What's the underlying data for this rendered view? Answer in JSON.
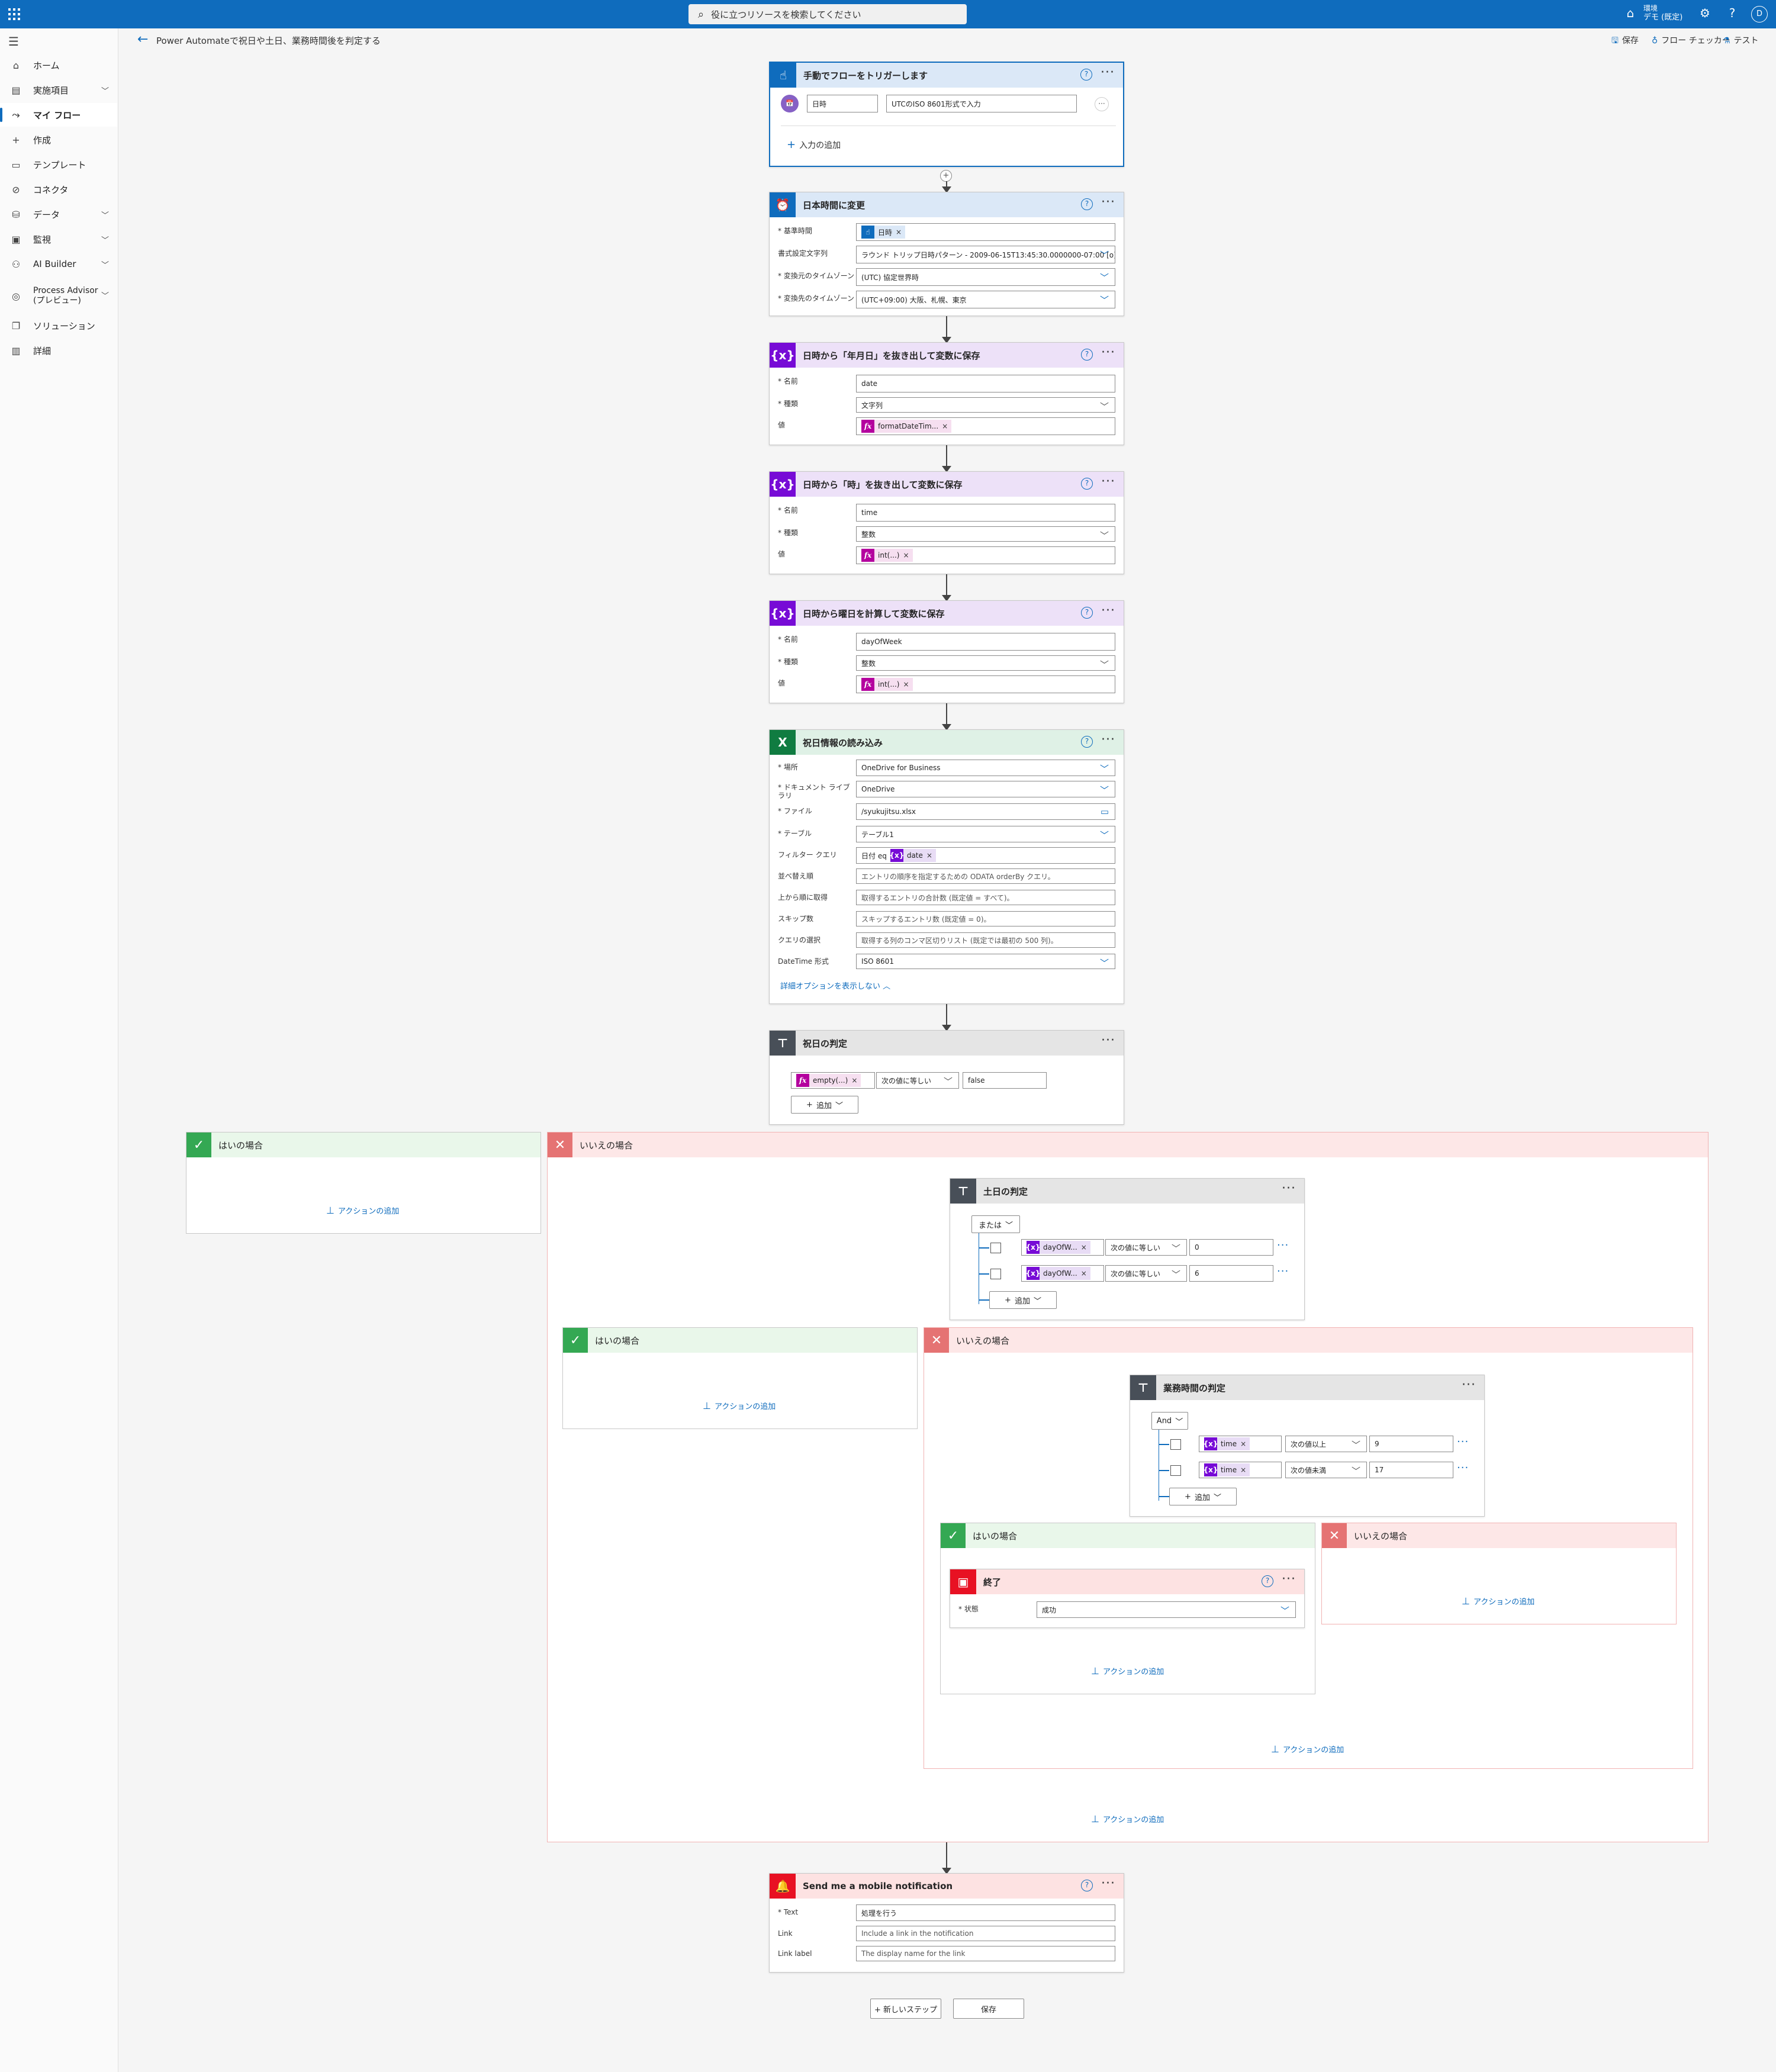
{
  "search": {
    "placeholder": "役に立つリソースを検索してください"
  },
  "env": {
    "label": "環境",
    "name": "デモ (既定)"
  },
  "user": {
    "initial": "D"
  },
  "sidebar": {
    "items": [
      {
        "label": "ホーム"
      },
      {
        "label": "実施項目"
      },
      {
        "label": "マイ フロー"
      },
      {
        "label": "作成"
      },
      {
        "label": "テンプレート"
      },
      {
        "label": "コネクタ"
      },
      {
        "label": "データ"
      },
      {
        "label": "監視"
      },
      {
        "label": "AI Builder"
      },
      {
        "label": "Process Advisor (プレビュー)"
      },
      {
        "label": "ソリューション"
      },
      {
        "label": "詳細"
      }
    ]
  },
  "header": {
    "title": "Power Automateで祝日や土日、業務時間後を判定する"
  },
  "commands": {
    "save": "保存",
    "checker": "フロー チェッカー",
    "test": "テスト"
  },
  "trigger": {
    "title": "手動でフローをトリガーします",
    "input_name": "日時",
    "input_desc": "UTCのISO 8601形式で入力",
    "add_input": "入力の追加"
  },
  "convert": {
    "title": "日本時間に変更",
    "labels": [
      "* 基準時間",
      "書式設定文字列",
      "* 変換元のタイムゾーン",
      "* 変換先のタイムゾーン"
    ],
    "token": "日時",
    "format": "ラウンド トリップ日時パターン - 2009-06-15T13:45:30.0000000-07:00 [o]",
    "from_tz": "(UTC) 協定世界時",
    "to_tz": "(UTC+09:00) 大阪、札幌、東京"
  },
  "var1": {
    "title": "日時から「年月日」を抜き出して変数に保存",
    "labels": [
      "* 名前",
      "* 種類",
      "値"
    ],
    "name": "date",
    "type": "文字列",
    "value": "formatDateTim..."
  },
  "var2": {
    "title": "日時から「時」を抜き出して変数に保存",
    "labels": [
      "* 名前",
      "* 種類",
      "値"
    ],
    "name": "time",
    "type": "整数",
    "value": "int(...)"
  },
  "var3": {
    "title": "日時から曜日を計算して変数に保存",
    "labels": [
      "* 名前",
      "* 種類",
      "値"
    ],
    "name": "dayOfWeek",
    "type": "整数",
    "value": "int(...)"
  },
  "excel": {
    "title": "祝日情報の読み込み",
    "labels": [
      "* 場所",
      "* ドキュメント ライブラリ",
      "* ファイル",
      "* テーブル",
      "フィルター クエリ",
      "並べ替え順",
      "上から順に取得",
      "スキップ数",
      "クエリの選択",
      "DateTime 形式"
    ],
    "location": "OneDrive for Business",
    "library": "OneDrive",
    "file": "/syukujitsu.xlsx",
    "table": "テーブル1",
    "filter_prefix": "日付 eq",
    "filter_token": "date",
    "orderby_ph": "エントリの順序を指定するための ODATA orderBy クエリ。",
    "top_ph": "取得するエントリの合計数 (既定値 = すべて)。",
    "skip_ph": "スキップするエントリ数 (既定値 = 0)。",
    "select_ph": "取得する列のコンマ区切りリスト (既定では最初の 500 列)。",
    "datetime": "ISO 8601",
    "advanced": "詳細オプションを表示しない"
  },
  "cond1": {
    "title": "祝日の判定",
    "left": "empty(...)",
    "op": "次の値に等しい",
    "right": "false",
    "add": "追加"
  },
  "yes1": {
    "title": "はいの場合",
    "add_action": "アクションの追加"
  },
  "no1": {
    "title": "いいえの場合",
    "add_action": "アクションの追加"
  },
  "cond2": {
    "title": "土日の判定",
    "logic": "または",
    "rows": [
      {
        "left": "dayOfW...",
        "op": "次の値に等しい",
        "right": "0"
      },
      {
        "left": "dayOfW...",
        "op": "次の値に等しい",
        "right": "6"
      }
    ],
    "add": "追加"
  },
  "yes2": {
    "title": "はいの場合",
    "add_action": "アクションの追加"
  },
  "no2": {
    "title": "いいえの場合",
    "add_action": "アクションの追加"
  },
  "cond3": {
    "title": "業務時間の判定",
    "logic": "And",
    "rows": [
      {
        "left": "time",
        "op": "次の値以上",
        "right": "9"
      },
      {
        "left": "time",
        "op": "次の値未満",
        "right": "17"
      }
    ],
    "add": "追加"
  },
  "yes3": {
    "title": "はいの場合",
    "add_action": "アクションの追加"
  },
  "no3": {
    "title": "いいえの場合",
    "add_action": "アクションの追加"
  },
  "terminate": {
    "title": "終了",
    "label": "* 状態",
    "value": "成功"
  },
  "notify": {
    "title": "Send me a mobile notification",
    "labels": [
      "* Text",
      "Link",
      "Link label"
    ],
    "text": "処理を行う",
    "link_ph": "Include a link in the notification",
    "linklabel_ph": "The display name for the link"
  },
  "footer": {
    "new_step": "+ 新しいステップ",
    "save": "保存"
  },
  "colors": {
    "brand": "#0f6cbd",
    "variable": "#770bd6",
    "expression": "#b4009e",
    "excel": "#107c41",
    "condition": "#484f58",
    "terminate": "#e81123",
    "yes": "#34a853",
    "no": "#e57373"
  }
}
